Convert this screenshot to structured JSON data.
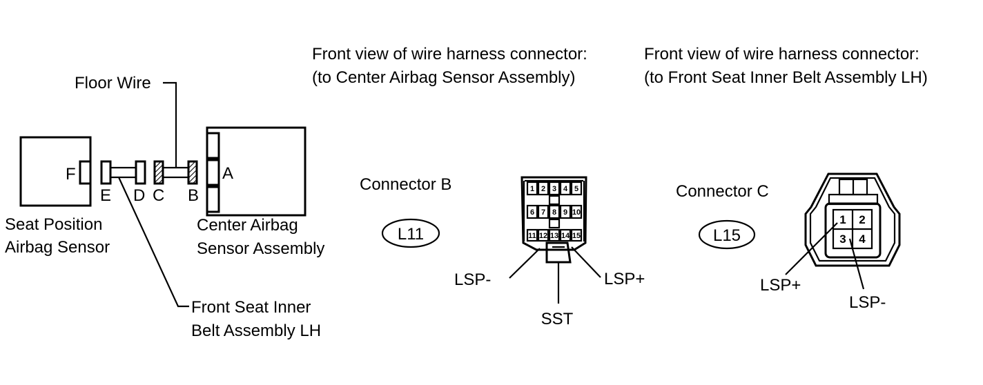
{
  "diagram": {
    "header_b_line1": "Front view of wire harness connector:",
    "header_b_line2": "(to Center Airbag Sensor Assembly)",
    "header_c_line1": "Front view of wire harness connector:",
    "header_c_line2": "(to Front Seat Inner Belt Assembly LH)",
    "floor_wire": "Floor Wire",
    "seat_sensor_line1": "Seat Position",
    "seat_sensor_line2": "Airbag Sensor",
    "center_sensor_line1": "Center Airbag",
    "center_sensor_line2": "Sensor Assembly",
    "belt_line1": "Front Seat Inner",
    "belt_line2": "Belt Assembly LH",
    "letters": {
      "A": "A",
      "B": "B",
      "C": "C",
      "D": "D",
      "E": "E",
      "F": "F"
    },
    "connector_b": {
      "title": "Connector B",
      "code": "L11",
      "row1": [
        "1",
        "2",
        "3",
        "4",
        "5"
      ],
      "row2": [
        "6",
        "7",
        "8",
        "9",
        "10"
      ],
      "row3": [
        "11",
        "12",
        "13",
        "14",
        "15"
      ],
      "lsp_minus": "LSP-",
      "lsp_plus": "LSP+",
      "sst": "SST"
    },
    "connector_c": {
      "title": "Connector C",
      "code": "L15",
      "pins": [
        "1",
        "2",
        "3",
        "4"
      ],
      "lsp_plus": "LSP+",
      "lsp_minus": "LSP-"
    }
  }
}
